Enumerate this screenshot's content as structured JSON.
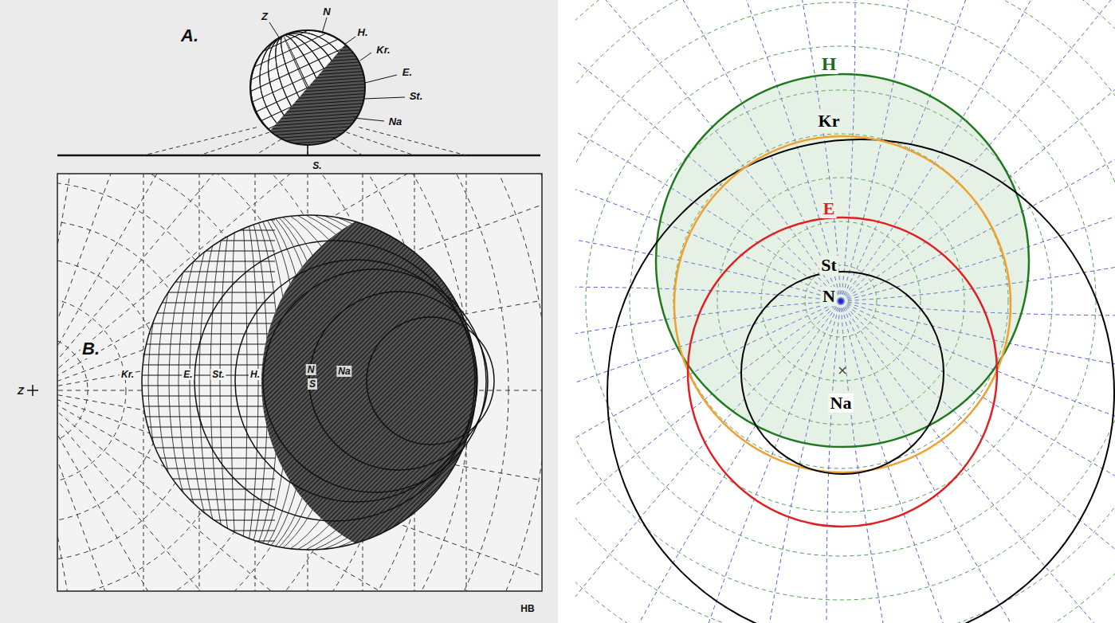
{
  "diagram": {
    "labels": [
      "A.",
      "Z",
      "N",
      "H.",
      "Kr.",
      "E.",
      "St.",
      "Na",
      "S.",
      "B.",
      "Z",
      "Kr.",
      "E.",
      "St.",
      "H.",
      "N",
      "S",
      "Na",
      "HB",
      "H",
      "Kr",
      "E",
      "St",
      "N",
      "Na"
    ]
  }
}
